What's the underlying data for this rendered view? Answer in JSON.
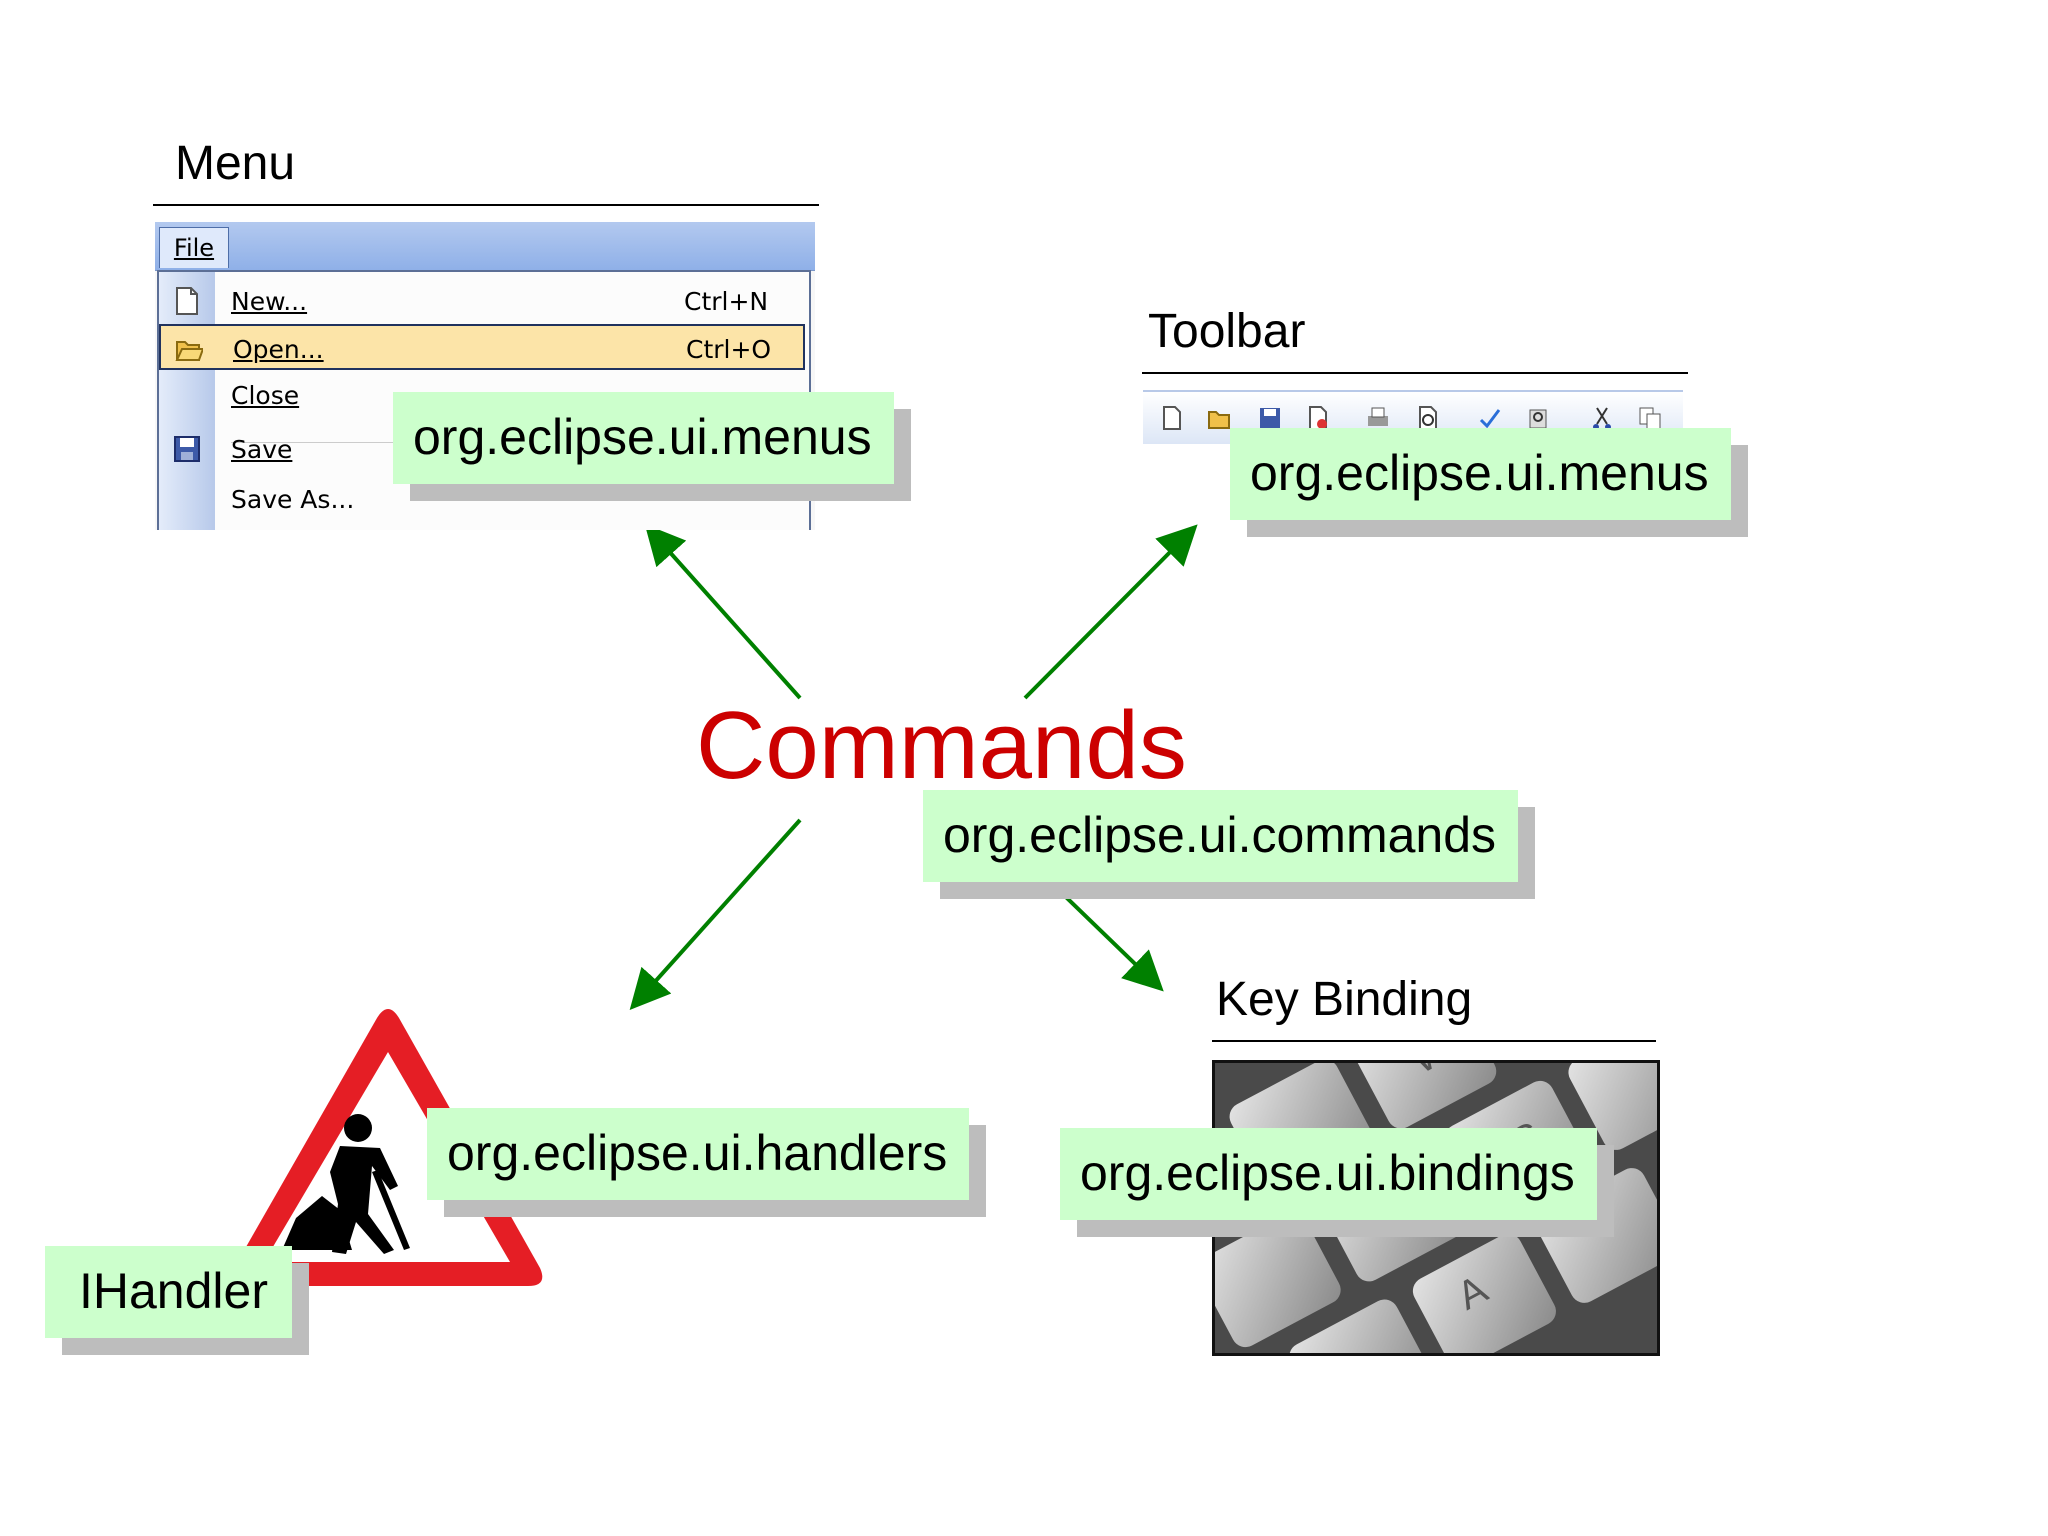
{
  "center": {
    "title": "Commands",
    "extension_point": "org.eclipse.ui.commands"
  },
  "menu": {
    "heading": "Menu",
    "extension_point": "org.eclipse.ui.menus",
    "menu_bar_item": "File",
    "items": [
      {
        "label": "New...",
        "shortcut": "Ctrl+N",
        "icon": "new-document-icon",
        "highlighted": false
      },
      {
        "label": "Open...",
        "shortcut": "Ctrl+O",
        "icon": "open-folder-icon",
        "highlighted": true
      },
      {
        "label": "Close",
        "shortcut": "",
        "icon": "",
        "highlighted": false
      },
      {
        "label": "Save",
        "shortcut": "",
        "icon": "save-disk-icon",
        "highlighted": false
      },
      {
        "label": "Save As...",
        "shortcut": "",
        "icon": "",
        "highlighted": false
      }
    ]
  },
  "toolbar": {
    "heading": "Toolbar",
    "extension_point": "org.eclipse.ui.menus",
    "icons": [
      "new-icon",
      "open-icon",
      "save-icon",
      "permission-icon",
      "print-icon",
      "print-preview-icon",
      "spelling-icon",
      "research-icon",
      "cut-icon",
      "copy-icon"
    ]
  },
  "key_binding": {
    "heading": "Key Binding",
    "extension_point": "org.eclipse.ui.bindings",
    "visible_keys": [
      "W",
      "S",
      "A"
    ]
  },
  "handler": {
    "extension_point": "org.eclipse.ui.handlers",
    "interface_label": "IHandler",
    "sign_icon": "roadworks-sign-icon"
  },
  "colors": {
    "accent_title": "#cc0000",
    "label_bg": "#ccffcc",
    "arrow": "#008000",
    "shadow": "#bdbdbd",
    "sign_red": "#e51e25"
  }
}
